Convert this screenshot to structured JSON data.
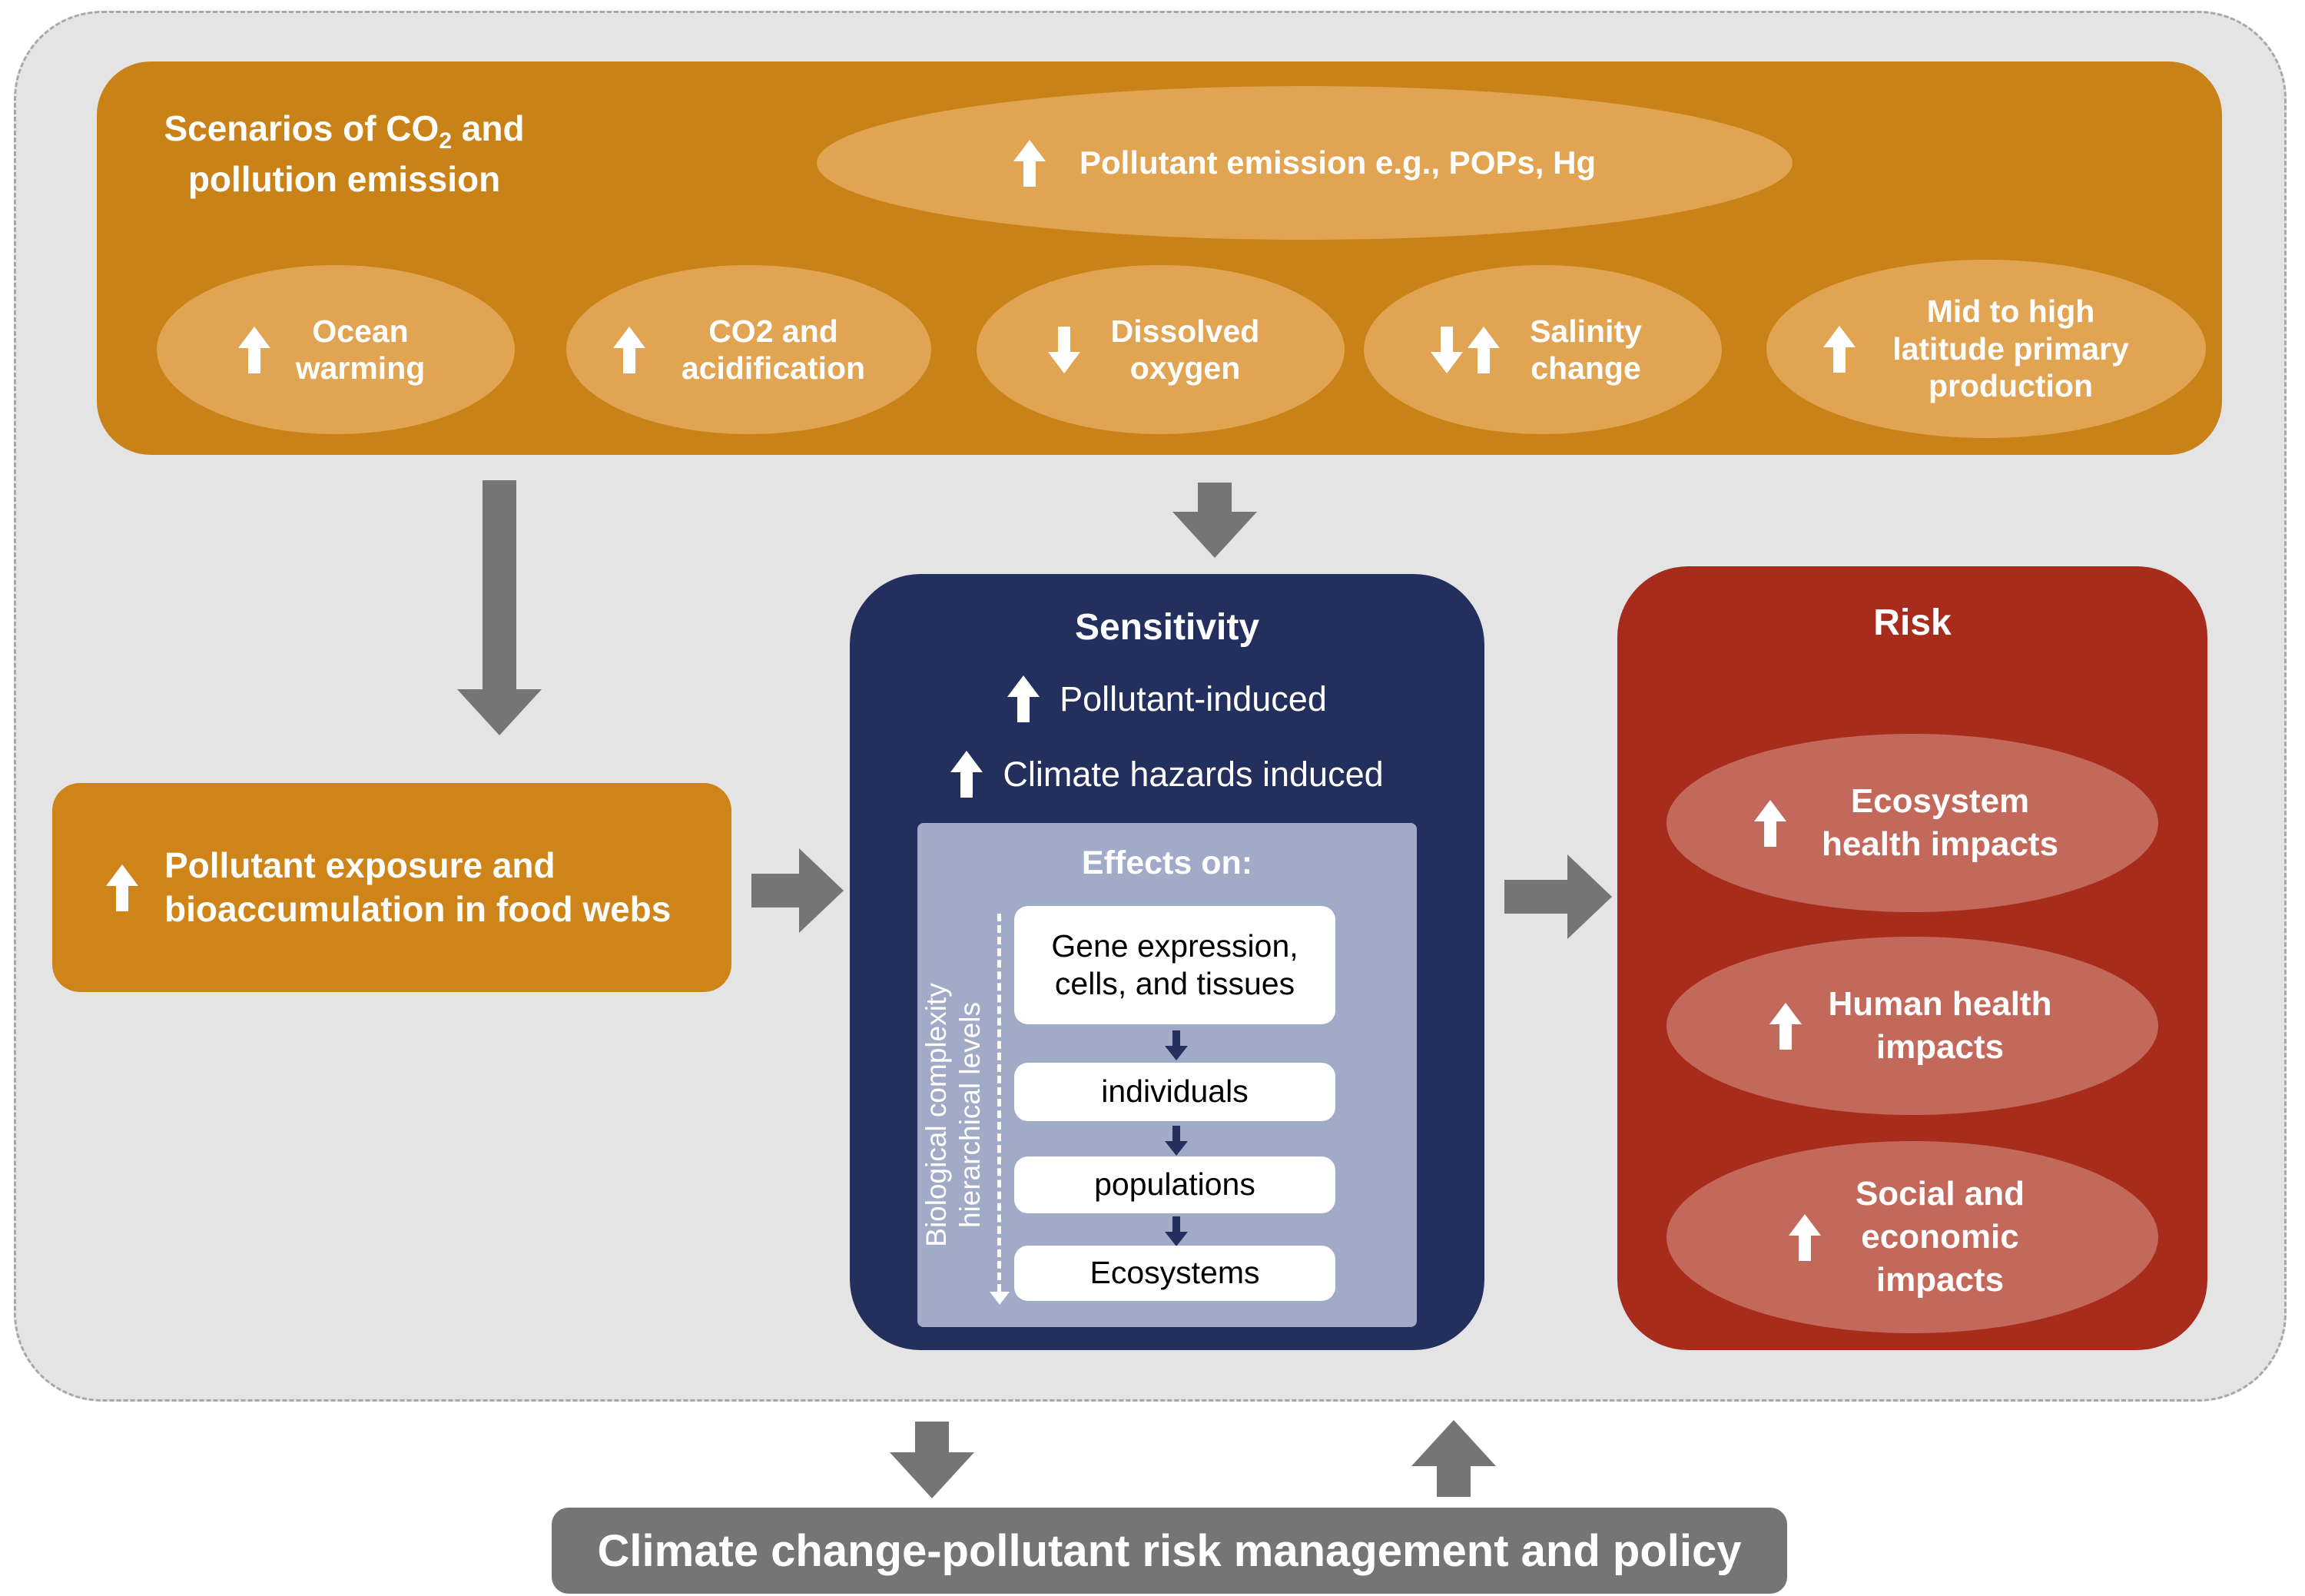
{
  "figure": {
    "type": "flow-diagram",
    "background": "#e4e4e4"
  },
  "colors": {
    "orange_panel": "#c98217",
    "orange_ellipse": "#e0a452",
    "navy_panel": "#232f5d",
    "effects_panel": "#a1aac6",
    "red_panel": "#a72c1c",
    "red_ellipse": "#c3695c",
    "gray": "#757575",
    "white": "#ffffff"
  },
  "icons": {
    "up-arrow": "solid upward arrow (increase)",
    "down-arrow": "solid downward arrow (decrease)",
    "flow-arrow": "thick gray connector arrow"
  },
  "scenarios": {
    "title_pre": "Scenarios of CO",
    "title_sub": "2",
    "title_post": " and",
    "title_line2": "pollution emission",
    "emission": {
      "label": "Pollutant emission e.g., POPs, Hg",
      "arrow": "up"
    },
    "drivers": [
      {
        "label": "Ocean warming",
        "arrows": "up"
      },
      {
        "label": "CO2 and acidification",
        "arrows": "up"
      },
      {
        "label": "Dissolved oxygen",
        "arrows": "down"
      },
      {
        "label": "Salinity change",
        "arrows": "down-up"
      },
      {
        "label": "Mid to high latitude primary production",
        "arrows": "up"
      }
    ]
  },
  "exposure": {
    "label": "Pollutant exposure and bioaccumulation in food webs",
    "arrow": "up"
  },
  "sensitivity": {
    "title": "Sensitivity",
    "induced": [
      {
        "label": "Pollutant-induced",
        "arrow": "up"
      },
      {
        "label": "Climate hazards induced",
        "arrow": "up"
      }
    ],
    "effects_title": "Effects on:",
    "levels": [
      "Gene expression, cells, and tissues",
      "individuals",
      "populations",
      "Ecosystems"
    ],
    "axis_label": {
      "line1": "Biological complexity",
      "line2": "hierarchical levels"
    }
  },
  "risk": {
    "title": "Risk",
    "impacts": [
      {
        "label": "Ecosystem health impacts",
        "arrow": "up"
      },
      {
        "label": "Human health impacts",
        "arrow": "up"
      },
      {
        "label": "Social and economic impacts",
        "arrow": "up"
      }
    ]
  },
  "policy": {
    "label": "Climate change-pollutant risk management and policy"
  }
}
